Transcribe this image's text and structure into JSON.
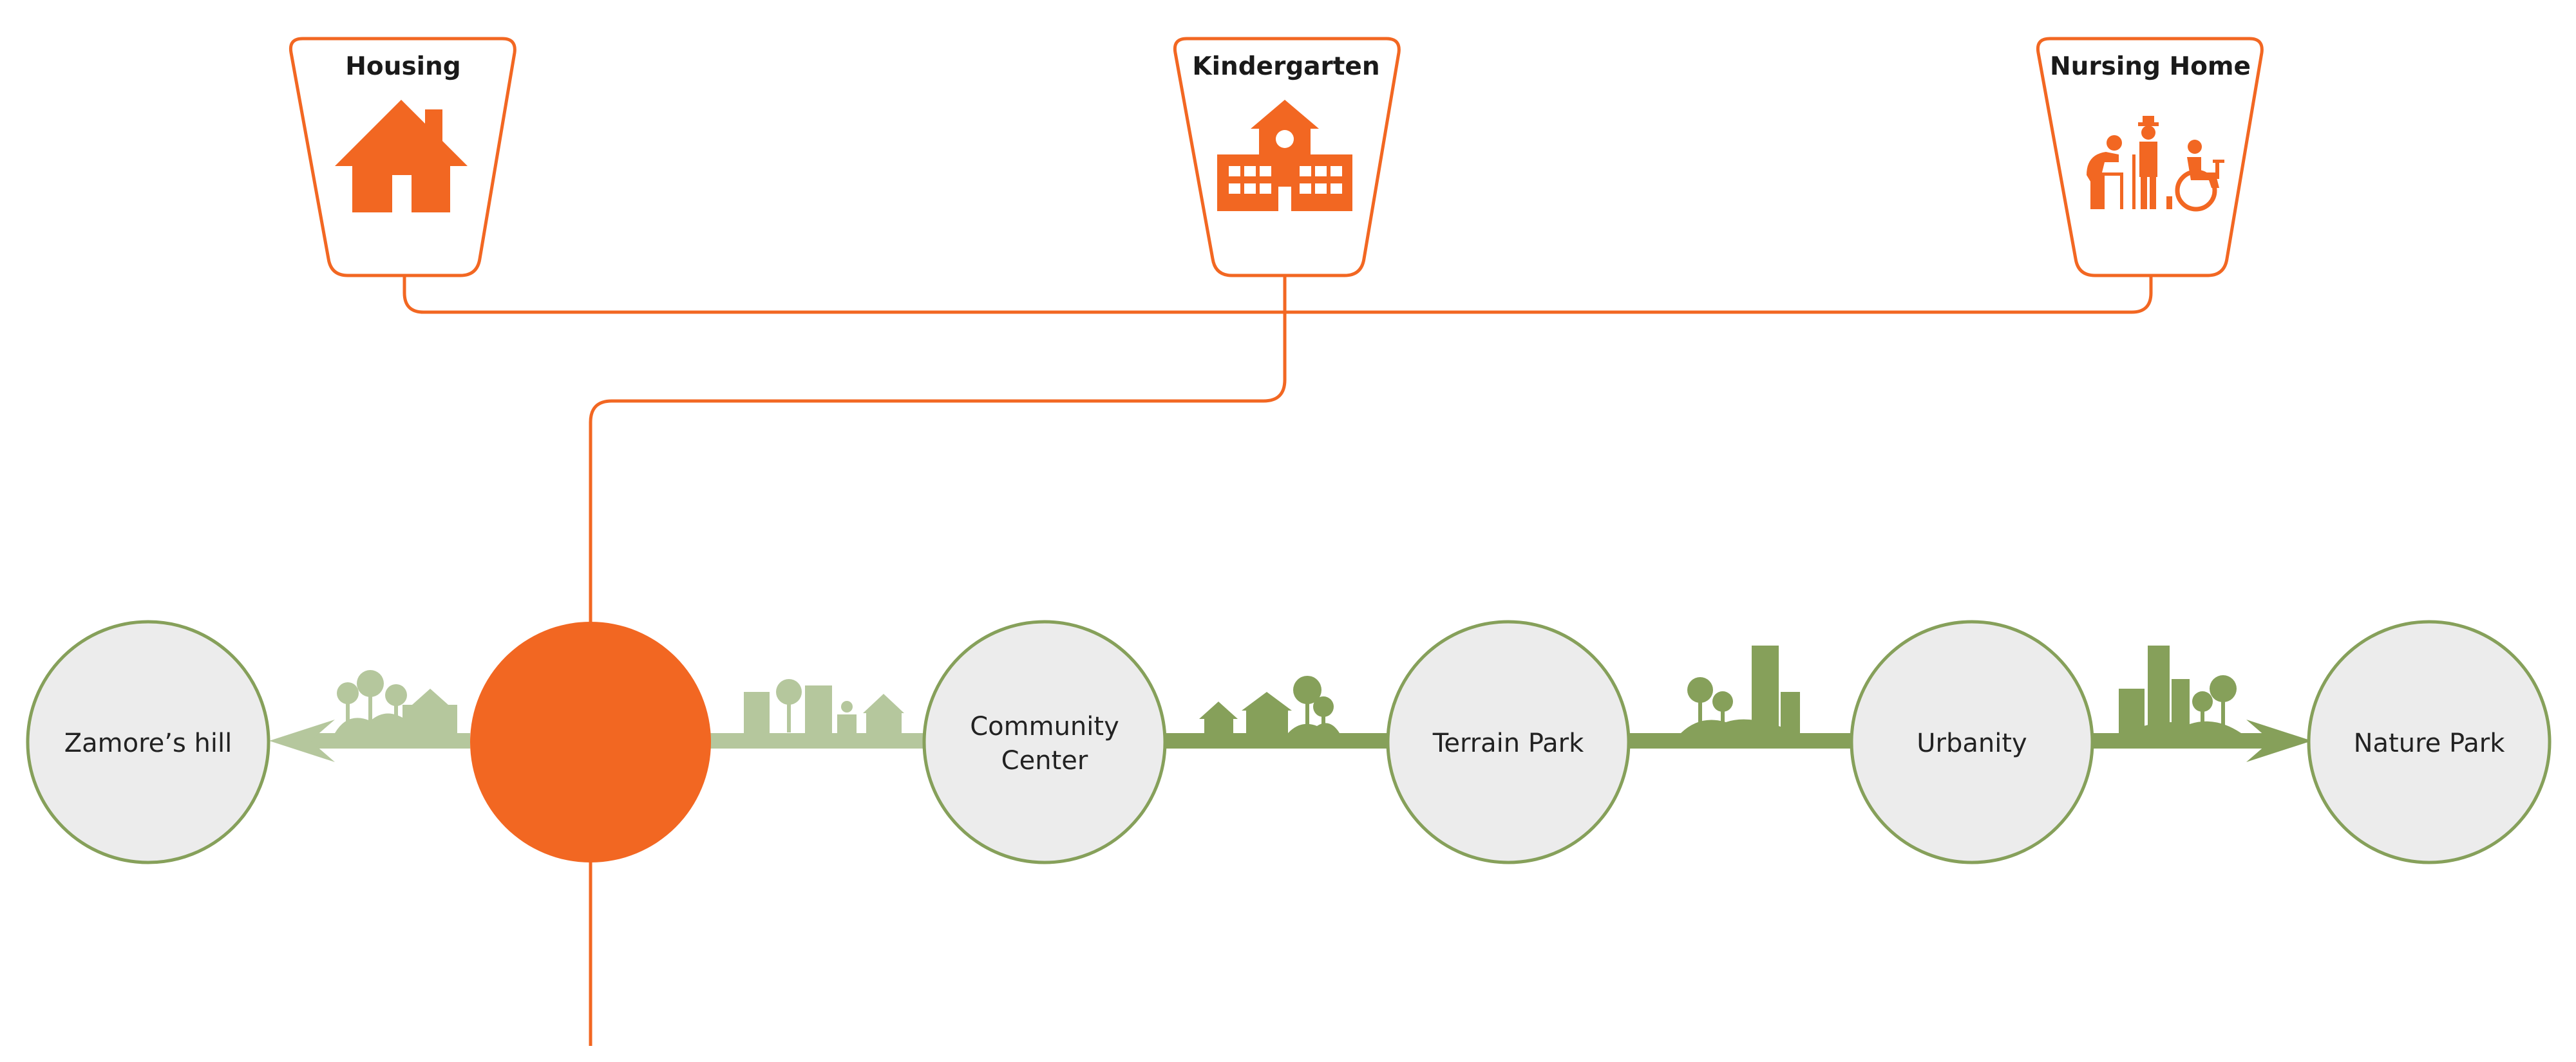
{
  "colors": {
    "accent_orange": "#f26722",
    "green_dark": "#86a05a",
    "green_light": "#b5c79d",
    "node_fill": "#ececec",
    "node_stroke": "#86a05a",
    "text": "#222222",
    "background": "#ffffff"
  },
  "facilities": [
    {
      "label": "Housing",
      "icon": "house-icon"
    },
    {
      "label": "Kindergarten",
      "icon": "school-building-icon"
    },
    {
      "label": "Nursing Home",
      "icon": "elderly-care-icon"
    }
  ],
  "hub": {
    "label": "",
    "color": "#f26722"
  },
  "nodes": [
    {
      "lines": [
        "Zamore’s hill"
      ]
    },
    {
      "lines": [
        "Community",
        "Center"
      ]
    },
    {
      "lines": [
        "Terrain Park"
      ]
    },
    {
      "lines": [
        "Urbanity"
      ]
    },
    {
      "lines": [
        "Nature Park"
      ]
    }
  ],
  "corridor_segments": [
    {
      "from": "hub",
      "to": "Zamore’s hill",
      "tone": "light",
      "arrow": true,
      "icons": [
        "tree-icon",
        "tree-icon",
        "tree-icon",
        "school-building-icon"
      ]
    },
    {
      "from": "hub",
      "to": "Community Center",
      "tone": "light",
      "arrow": false,
      "icons": [
        "apartment-building-icon",
        "tree-icon",
        "apartment-building-icon",
        "playground-icon",
        "chapel-icon"
      ]
    },
    {
      "from": "Community Center",
      "to": "Terrain Park",
      "tone": "dark",
      "arrow": false,
      "icons": [
        "house-icon",
        "barn-icon",
        "tree-icon",
        "tree-icon"
      ]
    },
    {
      "from": "Terrain Park",
      "to": "Urbanity",
      "tone": "dark",
      "arrow": false,
      "icons": [
        "tree-icon",
        "tree-icon",
        "skyscraper-icon",
        "apartment-building-icon"
      ]
    },
    {
      "from": "Urbanity",
      "to": "Nature Park",
      "tone": "dark",
      "arrow": true,
      "icons": [
        "apartment-building-icon",
        "skyscraper-icon",
        "tree-icon",
        "tree-icon"
      ]
    }
  ]
}
